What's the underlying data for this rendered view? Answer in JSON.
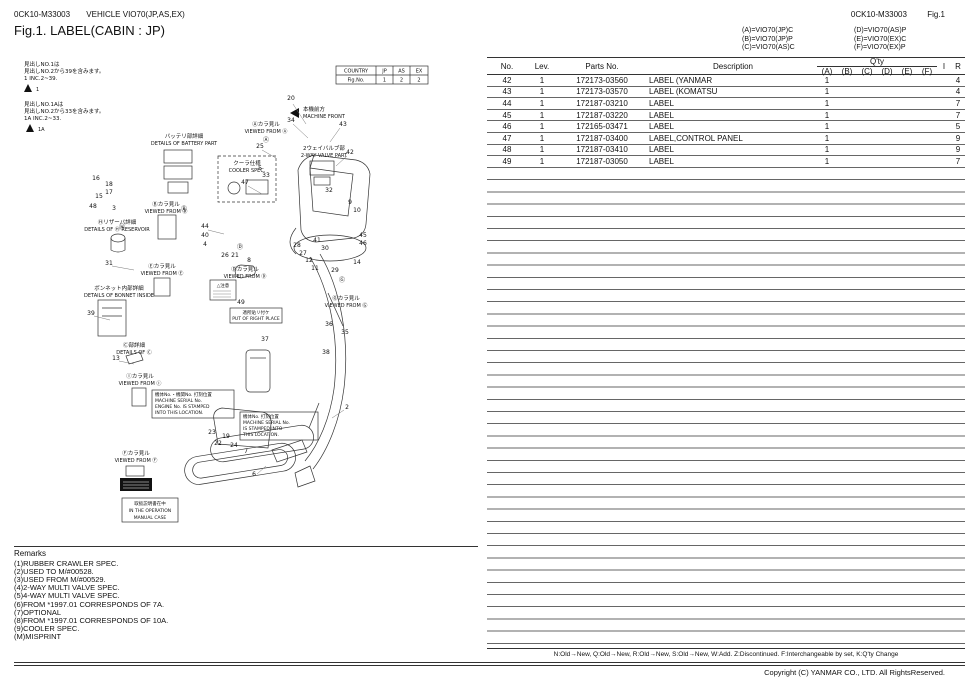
{
  "header": {
    "doc_code": "0CK10-M33003",
    "vehicle_title": "VEHICLE VIO70(JP,AS,EX)",
    "fig_code": "0CK10-M33003",
    "fig_label": "Fig.1",
    "page_title": "Fig.1.  LABEL(CABIN : JP)"
  },
  "variants": {
    "left": [
      "(A)=VIO70(JP)C",
      "(B)=VIO70(JP)P",
      "(C)=VIO70(AS)C"
    ],
    "right": [
      "(D)=VIO70(AS)P",
      "(E)=VIO70(EX)C",
      "(F)=VIO70(EX)P"
    ]
  },
  "table": {
    "headers": {
      "no": "No.",
      "lev": "Lev.",
      "parts": "Parts No.",
      "desc": "Description",
      "qty": "Q'ty",
      "cols": [
        "(A)",
        "(B)",
        "(C)",
        "(D)",
        "(E)",
        "(F)"
      ],
      "i": "I",
      "r": "R"
    },
    "rows": [
      {
        "no": "42",
        "lev": "1",
        "parts": "172173-03560",
        "desc": "LABEL (YANMAR",
        "qa": "1",
        "r": "4"
      },
      {
        "no": "43",
        "lev": "1",
        "parts": "172173-03570",
        "desc": "LABEL (KOMATSU",
        "qa": "1",
        "r": "4"
      },
      {
        "no": "44",
        "lev": "1",
        "parts": "172187-03210",
        "desc": "LABEL",
        "qa": "1",
        "r": "7"
      },
      {
        "no": "45",
        "lev": "1",
        "parts": "172187-03220",
        "desc": "LABEL",
        "qa": "1",
        "r": "7"
      },
      {
        "no": "46",
        "lev": "1",
        "parts": "172165-03471",
        "desc": "LABEL",
        "qa": "1",
        "r": "5"
      },
      {
        "no": "47",
        "lev": "1",
        "parts": "172187-03400",
        "desc": "LABEL,CONTROL PANEL",
        "qa": "1",
        "r": "9"
      },
      {
        "no": "48",
        "lev": "1",
        "parts": "172187-03410",
        "desc": "LABEL",
        "qa": "1",
        "r": "9"
      },
      {
        "no": "49",
        "lev": "1",
        "parts": "172187-03050",
        "desc": "LABEL",
        "qa": "1",
        "r": "7"
      }
    ]
  },
  "diagram": {
    "notes": {
      "n1": [
        "見出しNO.1は",
        "見出しNO.2から39を含みます。",
        "1 INC.2~39."
      ],
      "n1_item": "1",
      "n2": [
        "見出しNO.1Aは",
        "見出しNO.2から33を含みます。",
        "1A INC.2~33."
      ],
      "n2_item": "1A"
    },
    "country_table": {
      "r1": [
        "COUNTRY",
        "JP",
        "AS",
        "EX"
      ],
      "r2": [
        "Fig.No.",
        "1",
        "2",
        "2"
      ]
    },
    "labels": {
      "machine_front": [
        "本機前方",
        "MACHINE FRONT"
      ],
      "viewed_a": [
        "Ⓐカラ見ル",
        "VIEWED FROM Ⓐ"
      ],
      "battery": [
        "バッテリ部詳細",
        "DETAILS OF BATTERY PART"
      ],
      "cooler": [
        "クーラ仕様",
        "COOLER SPEC."
      ],
      "two_way": [
        "2ウェイバルブ部",
        "2-WAY VALVE PART"
      ],
      "viewed_b": [
        "Ⓑカラ見ル",
        "VIEWED FROM Ⓑ"
      ],
      "reservoir": [
        "Ⓗリザーバ詳細",
        "DETAILS OF Ⓗ RESERVOIR"
      ],
      "viewed_e": [
        "Ⓔカラ見ル",
        "VIEWED FROM Ⓔ"
      ],
      "viewed_d": [
        "Ⓓカラ見ル",
        "VIEWED FROM Ⓓ"
      ],
      "bonnet": [
        "ボンネット内部詳細",
        "DETAILS OF BONNET INSIDE"
      ],
      "caution": "△注意",
      "viewed_g": [
        "Ⓖカラ見ル",
        "VIEWED FROM Ⓖ"
      ],
      "right_place": [
        "適所貼リ付ケ",
        "PUT OF RIGHT PLACE"
      ],
      "detail_c": [
        "Ⓒ部詳細",
        "DETAILS OF Ⓒ"
      ],
      "viewed_i": [
        "Ⓘカラ見ル",
        "VIEWED FROM Ⓘ"
      ],
      "serial1": [
        "機体No.・機関No. 打刻位置",
        "MACHINE SERIAL No.",
        "ENGINE No. IS STAMPED",
        "INTO THIS LOCATION."
      ],
      "serial2": [
        "機体No. 打刻位置",
        "MACHINE SERIAL No.",
        "IS STAMPED INTO",
        "THIS LOCATION."
      ],
      "viewed_f": [
        "Ⓕカラ見ル",
        "VIEWED FROM Ⓕ"
      ],
      "manual": [
        "取扱説明書在中",
        "IN THE OPERATION",
        "MANUAL CASE"
      ]
    },
    "callouts": [
      "20",
      "34",
      "43",
      "25",
      "5",
      "42",
      "47",
      "33",
      "44",
      "40",
      "4",
      "16",
      "18",
      "17",
      "15",
      "48",
      "3",
      "26",
      "21",
      "8",
      "31",
      "39",
      "13",
      "32",
      "9",
      "10",
      "14",
      "45",
      "46",
      "41",
      "30",
      "28",
      "27",
      "12",
      "11",
      "29",
      "36",
      "35",
      "38",
      "37",
      "49",
      "2",
      "23",
      "19",
      "22",
      "24",
      "7",
      "6"
    ],
    "markers": [
      "Ⓐ",
      "Ⓑ",
      "Ⓓ",
      "Ⓖ",
      "Ⓗ"
    ]
  },
  "remarks": {
    "title": "Remarks",
    "items": [
      "(1)RUBBER CRAWLER SPEC.",
      "(2)USED TO M/#00528.",
      "(3)USED FROM M/#00529.",
      "(4)2-WAY MULTI VALVE SPEC.",
      "(5)4-WAY MULTI VALVE SPEC.",
      "(6)FROM *1997.01 CORRESPONDS OF 7A.",
      "(7)OPTIONAL",
      "(8)FROM *1997.01 CORRESPONDS OF 10A.",
      "(9)COOLER SPEC.",
      "(M)MISPRINT"
    ]
  },
  "footer": {
    "legend": "N:Old→New,  Q:Old→New,  R:Old→New,  S:Old→New,  W:Add.  Z:Discontinued.  F:Interchangeable by set,  K:Q'ty Change",
    "copyright": "Copyright (C)  YANMAR CO., LTD. All RightsReserved."
  }
}
